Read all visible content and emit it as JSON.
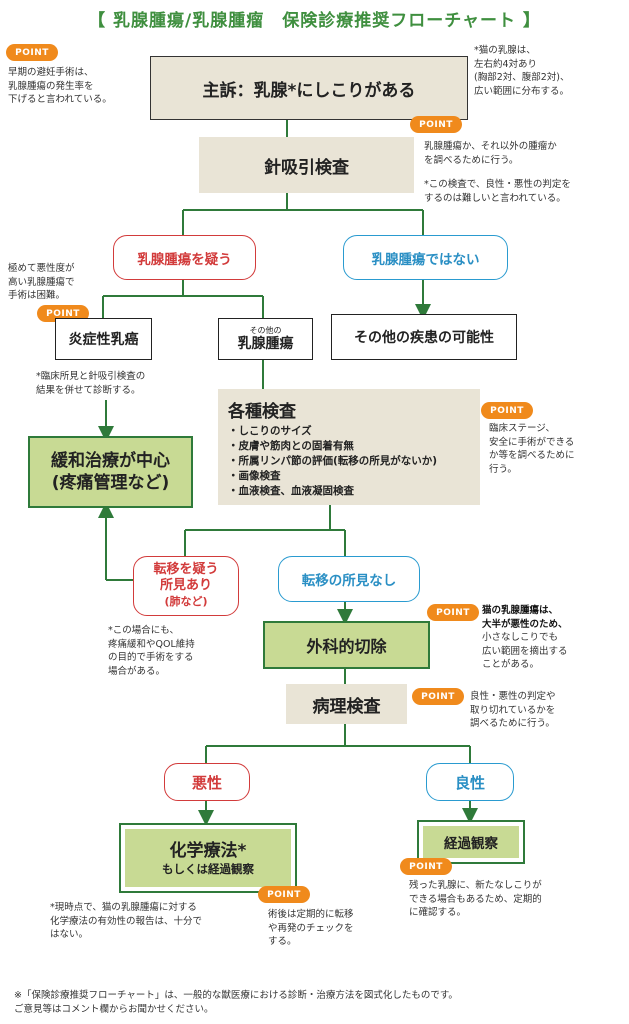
{
  "title": "【 乳腺腫瘍/乳腺腫瘤　保険診療推奨フローチャート 】",
  "point_label": "POINT",
  "nodes": {
    "complaint": "主訴：乳腺*にしこりがある",
    "fna": "針吸引検査",
    "suspect_tumor": "乳腺腫瘍を疑う",
    "not_tumor": "乳腺腫瘍ではない",
    "inflammatory": "炎症性乳癌",
    "other_tumor_small": "その他の",
    "other_tumor": "乳腺腫瘍",
    "other_disease": "その他の疾患の可能性",
    "exams_title": "各種検査",
    "exams_items": [
      "・しこりのサイズ",
      "・皮膚や筋肉との固着有無",
      "・所属リンパ節の評価(転移の所見がないか)",
      "・画像検査",
      "・血液検査、血液凝固検査"
    ],
    "palliative_1": "緩和治療が中心",
    "palliative_2": "(疼痛管理など)",
    "metastasis_1": "転移を疑う",
    "metastasis_2": "所見あり",
    "metastasis_3": "(肺など)",
    "no_metastasis": "転移の所見なし",
    "surgery": "外科的切除",
    "pathology": "病理検査",
    "malignant": "悪性",
    "benign": "良性",
    "chemo_1": "化学療法*",
    "chemo_2": "もしくは経過観察",
    "observation": "経過観察"
  },
  "notes": {
    "early_spay": "早期の避妊手術は、\n乳腺腫瘍の発生率を\n下げると言われている。",
    "cat_glands": "*猫の乳腺は、\n左右約4対あり\n(胸部2対、腹部2対)、\n広い範囲に分布する。",
    "fna_note": "乳腺腫瘍か、それ以外の腫瘤か\nを調べるために行う。",
    "fna_note2": "*この検査で、良性・悪性の判定を\nするのは難しいと言われている。",
    "malignancy": "極めて悪性度が\n高い乳腺腫瘍で\n手術は困難。",
    "clinical": "*臨床所見と針吸引検査の\n結果を併せて診断する。",
    "staging": "臨床ステージ、\n安全に手術ができる\nか等を調べるために\n行う。",
    "metastasis_note": "*この場合にも、\n疼痛緩和やQOL維持\nの目的で手術をする\n場合がある。",
    "surgery_bold": "猫の乳腺腫瘍は、\n大半が悪性のため、",
    "surgery_note": "小さなしこりでも\n広い範囲を摘出する\nことがある。",
    "pathology_note": "良性・悪性の判定や\n取り切れているかを\n調べるために行う。",
    "chemo_note": "*現時点で、猫の乳腺腫瘍に対する\n化学療法の有効性の報告は、十分で\nはない。",
    "recheck": "術後は定期的に転移\nや再発のチェックを\nする。",
    "benign_note": "残った乳腺に、新たなしこりが\nできる場合もあるため、定期的\nに確認する。"
  },
  "footer": {
    "line1": "※「保険診療推奨フローチャート」は、一般的な獣医療における診断・治療方法を図式化したものです。",
    "line2": "ご意見等はコメント欄からお聞かせください。"
  },
  "colors": {
    "title": "#3f8f3f",
    "line": "#2f7a3a",
    "point": "#f08a1c",
    "red": "#d23b3b",
    "blue": "#2a9bd0",
    "green_fill": "#c8da94",
    "beige": "#e9e4d6"
  }
}
